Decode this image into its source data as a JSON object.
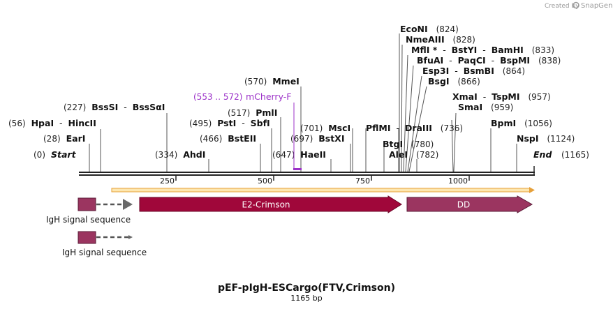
{
  "credit": {
    "text": "Created by",
    "brand": "SnapGene"
  },
  "map": {
    "title": "pEF-pIgH-ESCargo(FTV,Crimson)",
    "length_label": "1165 bp",
    "start_label": "Start",
    "end_label": "End",
    "start_pos": "(0)",
    "end_pos": "(1165)",
    "ticks": [
      "250",
      "500",
      "750",
      "1000"
    ]
  },
  "sites": [
    {
      "pos": "(28)",
      "parts": [
        {
          "t": "EarI",
          "b": true
        }
      ]
    },
    {
      "pos": "(56)",
      "parts": [
        {
          "t": "HpaI",
          "b": true
        },
        {
          "t": "  -  ",
          "b": false
        },
        {
          "t": "HincII",
          "b": true
        }
      ]
    },
    {
      "pos": "(227)",
      "parts": [
        {
          "t": "BssSI",
          "b": true
        },
        {
          "t": "  -  ",
          "b": false
        },
        {
          "t": "BssSαI",
          "b": true
        }
      ]
    },
    {
      "pos": "(334)",
      "parts": [
        {
          "t": "AhdI",
          "b": true
        }
      ]
    },
    {
      "pos": "(466)",
      "parts": [
        {
          "t": "BstEII",
          "b": true
        }
      ]
    },
    {
      "pos": "(495)",
      "parts": [
        {
          "t": "PstI",
          "b": true
        },
        {
          "t": "  -  ",
          "b": false
        },
        {
          "t": "SbfI",
          "b": true
        }
      ]
    },
    {
      "pos": "(517)",
      "parts": [
        {
          "t": "PmlI",
          "b": true
        }
      ]
    },
    {
      "pos": "(570)",
      "parts": [
        {
          "t": "MmeI",
          "b": true
        }
      ]
    },
    {
      "pos": "(647)",
      "parts": [
        {
          "t": "HaeII",
          "b": true
        }
      ]
    },
    {
      "pos": "(697)",
      "parts": [
        {
          "t": "BstXI",
          "b": true
        }
      ]
    },
    {
      "pos": "(701)",
      "parts": [
        {
          "t": "MscI",
          "b": true
        }
      ]
    },
    {
      "pos": "(736)",
      "parts": [
        {
          "t": "PflMI",
          "b": true
        },
        {
          "t": "  -  ",
          "b": false
        },
        {
          "t": "DraIII",
          "b": true
        }
      ],
      "pos_after": true
    },
    {
      "pos": "(780)",
      "parts": [
        {
          "t": "BtgI",
          "b": true
        }
      ],
      "pos_after": true
    },
    {
      "pos": "(782)",
      "parts": [
        {
          "t": "AleI",
          "b": true
        }
      ],
      "pos_after": true
    },
    {
      "pos": "(824)",
      "parts": [
        {
          "t": "EcoNI",
          "b": true
        }
      ],
      "pos_after": true
    },
    {
      "pos": "(828)",
      "parts": [
        {
          "t": "NmeAIII",
          "b": true
        }
      ],
      "pos_after": true
    },
    {
      "pos": "(833)",
      "parts": [
        {
          "t": "MflI *",
          "b": true
        },
        {
          "t": "  -  ",
          "b": false
        },
        {
          "t": "BstYI",
          "b": true
        },
        {
          "t": "  -  ",
          "b": false
        },
        {
          "t": "BamHI",
          "b": true
        }
      ],
      "pos_after": true
    },
    {
      "pos": "(838)",
      "parts": [
        {
          "t": "BfuAI",
          "b": true
        },
        {
          "t": "  -  ",
          "b": false
        },
        {
          "t": "PaqCI",
          "b": true
        },
        {
          "t": "  -  ",
          "b": false
        },
        {
          "t": "BspMI",
          "b": true
        }
      ],
      "pos_after": true
    },
    {
      "pos": "(864)",
      "parts": [
        {
          "t": "Esp3I",
          "b": true
        },
        {
          "t": "  -  ",
          "b": false
        },
        {
          "t": "BsmBI",
          "b": true
        }
      ],
      "pos_after": true
    },
    {
      "pos": "(866)",
      "parts": [
        {
          "t": "BsgI",
          "b": true
        }
      ],
      "pos_after": true
    },
    {
      "pos": "(957)",
      "parts": [
        {
          "t": "XmaI",
          "b": true
        },
        {
          "t": "  -  ",
          "b": false
        },
        {
          "t": "TspMI",
          "b": true
        }
      ],
      "pos_after": true
    },
    {
      "pos": "(959)",
      "parts": [
        {
          "t": "SmaI",
          "b": true
        }
      ],
      "pos_after": true
    },
    {
      "pos": "(1056)",
      "parts": [
        {
          "t": "BpmI",
          "b": true
        }
      ],
      "pos_after": true
    },
    {
      "pos": "(1124)",
      "parts": [
        {
          "t": "NspI",
          "b": true
        }
      ],
      "pos_after": true
    }
  ],
  "primer": {
    "range": "(553 .. 572)",
    "name": "mCherry-F",
    "color": "#9b30c8"
  },
  "features": [
    {
      "name": "E2-Crimson",
      "color": "#a0073a"
    },
    {
      "name": "DD",
      "color": "#9b3560"
    },
    {
      "name": "IgH signal sequence",
      "color": "#9b3560"
    },
    {
      "name": "IgH signal sequence",
      "color": "#9b3560"
    }
  ],
  "colors": {
    "orf": "#f5a623",
    "backbone": "#222222"
  }
}
